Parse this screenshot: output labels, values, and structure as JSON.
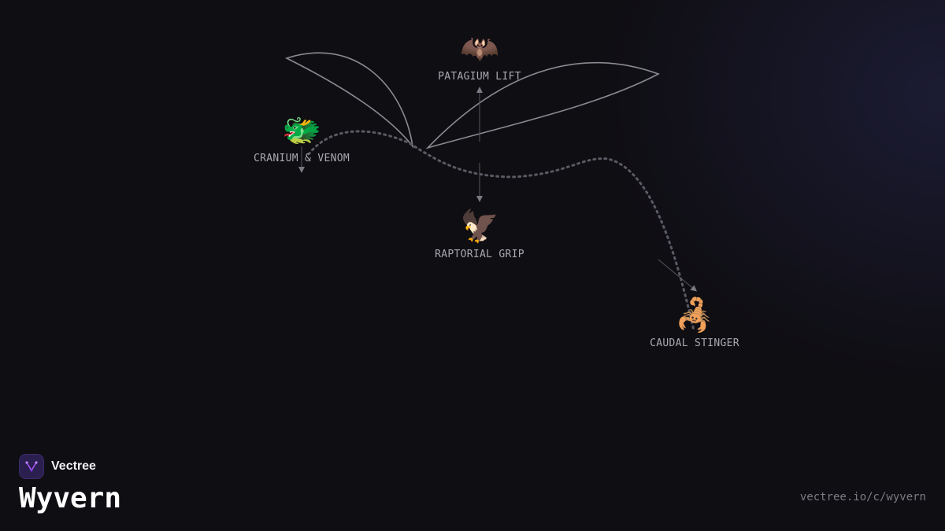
{
  "diagram": {
    "nodes": [
      {
        "id": "patagium",
        "emoji": "🦇",
        "icon": "bat-icon",
        "label": "PATAGIUM LIFT"
      },
      {
        "id": "cranium",
        "emoji": "🐲",
        "icon": "dragon-icon",
        "label": "CRANIUM & VENOM"
      },
      {
        "id": "raptorial",
        "emoji": "🦅",
        "icon": "eagle-icon",
        "label": "RAPTORIAL GRIP"
      },
      {
        "id": "caudal",
        "emoji": "🦂",
        "icon": "scorpion-icon",
        "label": "CAUDAL STINGER"
      }
    ],
    "connections": [
      {
        "from": "patagium",
        "to": "raptorial"
      },
      {
        "from": "cranium",
        "to": "raptorial"
      },
      {
        "from": "raptorial",
        "to": "caudal"
      }
    ],
    "colors": {
      "wing_outline": "#8a8a90",
      "spine_dots": "#5a5a62",
      "connector": "#55555c",
      "background": "#0f0e13"
    }
  },
  "brand": {
    "name": "Vectree",
    "logo_icon": "vectree-logo-icon",
    "logo_color": "#a855f7",
    "title": "Wyvern"
  },
  "footer": {
    "url": "vectree.io/c/wyvern"
  }
}
